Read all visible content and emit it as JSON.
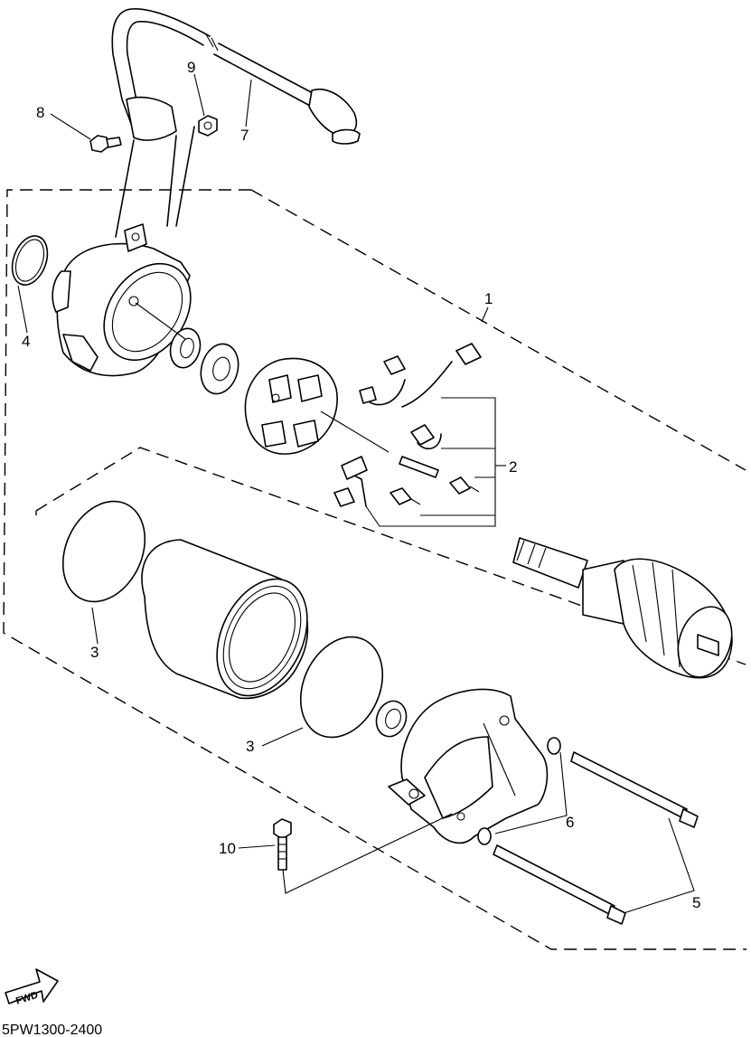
{
  "diagram": {
    "code": "5PW1300-2400",
    "fwd_label": "FWD",
    "callouts": {
      "c1": "1",
      "c2": "2",
      "c3a": "3",
      "c3b": "3",
      "c4": "4",
      "c5": "5",
      "c6": "6",
      "c7": "7",
      "c8": "8",
      "c9": "9",
      "c10": "10"
    }
  }
}
